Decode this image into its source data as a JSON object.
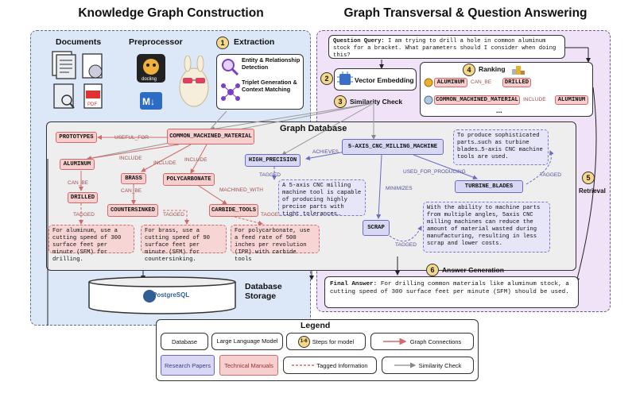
{
  "titles": {
    "left": "Knowledge Graph Construction",
    "right": "Graph Transversal & Question Answering"
  },
  "construction": {
    "documents": "Documents",
    "preprocessor": "Preprocessor",
    "docling": "docling",
    "extraction_num": "1",
    "extraction": "Extraction",
    "extraction_items": [
      "Entity & Relationship Detection",
      "Triplet Generation & Context Matching"
    ],
    "pdf": "PDF"
  },
  "query": {
    "label": "Question Query:",
    "text": "I am trying to drill a hole in common aluminum stock for a bracket. What parameters should I consider when doing this?"
  },
  "steps": {
    "s2_num": "2",
    "s2": "Vector Embedding",
    "s3_num": "3",
    "s3": "Similarity Check",
    "s4_num": "4",
    "s4": "Ranking",
    "s5_num": "5",
    "s5": "Retrieval",
    "s6_num": "6",
    "s6": "Answer Generation"
  },
  "ranking": {
    "row1": {
      "a": "ALUMINUM",
      "rel": "CAN_BE",
      "b": "DRILLED"
    },
    "row2": {
      "a": "COMMON_MACHINED_MATERIAL",
      "rel": "INCLUDE",
      "b": "ALUMINUM"
    },
    "more": "..."
  },
  "graph": {
    "title": "Graph Database",
    "nodes": {
      "prototypes": "PROTOTYPES",
      "common": "COMMON_MACHINED_MATERIAL",
      "aluminum": "ALUMINUM",
      "brass": "BRASS",
      "polycarbonate": "POLYCARBONATE",
      "drilled": "DRILLED",
      "countersinked": "COUNTERSINKED",
      "carbide": "CARBIDE_TOOLS",
      "cnc": "5-AXIS_CNC_MILLING_MACHINE",
      "precision": "HIGH_PRECISION",
      "turbine": "TURBINE_BLADES",
      "scrap": "SCRAP"
    },
    "edges": {
      "useful_for": "USEFUL_FOR",
      "include1": "INCLUDE",
      "include2": "INCLUDE",
      "include3": "INCLUDE",
      "can_be1": "CAN_BE",
      "can_be2": "CAN_BE",
      "machined_with": "MACHINED_WITH",
      "tagged1": "TAGGED",
      "tagged2": "TAGGED",
      "tagged3": "TAGGED",
      "tagged4": "TAGGED",
      "tagged5": "TAGGED",
      "tagged6": "TAGGED",
      "achieves": "ACHIEVES",
      "used_for": "USED_FOR_PRODUCING",
      "minimizes": "MINIMIZES"
    },
    "tags": {
      "aluminum": "For aluminum, use a cutting speed of 300 surface feet per minute (SFM) for drilling.",
      "brass": "For brass, use a cutting speed of 90 surface feet per minute (SFM) for countersinking.",
      "poly": "For polycarbonate, use a feed rate of 500 inches per revolution (IPR) with carbide tools",
      "precision": "A 5-axis CNC milling machine tool is capable of producing highly precise parts with tight tolerances…",
      "turbine": "To produce sophisticated parts…such as turbine blades…5-axis CNC machine tools are used.",
      "scrap": "With the ability to machine parts from multiple angles, 5axis CNC milling machines can reduce the amount of material wasted during manufacturing, resulting in less scrap and lower costs."
    }
  },
  "storage": {
    "label": "Database Storage",
    "db": "PostgreSQL"
  },
  "answer": {
    "label": "Final Answer:",
    "text": "For drilling common materials like aluminum stock, a cutting speed of 300 surface feet per minute (SFM) should be used."
  },
  "legend": {
    "title": "Legend",
    "database": "Database",
    "llm": "Large Language Model",
    "steps_num": "1-6",
    "steps": "Steps for model",
    "graph_conn": "Graph Connections",
    "research": "Research Papers",
    "manuals": "Technical Manuals",
    "tagged": "Tagged Information",
    "similarity": "Similarity Check"
  },
  "colors": {
    "red_node": "#f7cfcf",
    "blue_node": "#d8d8f5",
    "left_panel": "#dce8f7",
    "right_panel": "#f0e2f7",
    "step_circle": "#f6d889"
  }
}
